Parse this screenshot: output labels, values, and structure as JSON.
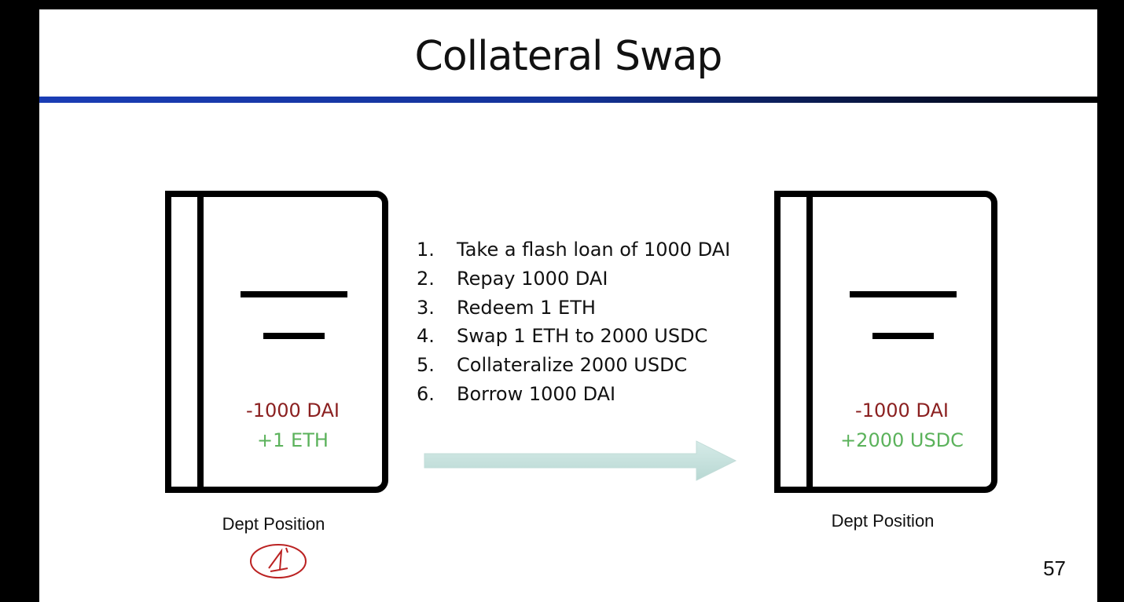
{
  "title": "Collateral Swap",
  "steps": [
    {
      "n": "1.",
      "text": "Take a flash loan of 1000 DAI"
    },
    {
      "n": "2.",
      "text": "Repay 1000 DAI"
    },
    {
      "n": "3.",
      "text": "Redeem 1 ETH"
    },
    {
      "n": "4.",
      "text": "Swap 1 ETH to 2000 USDC"
    },
    {
      "n": "5.",
      "text": "Collateralize 2000 USDC"
    },
    {
      "n": "6.",
      "text": "Borrow 1000 DAI"
    }
  ],
  "before": {
    "debt": "-1000 DAI",
    "collateral": "+1 ETH",
    "caption": "Dept Position",
    "annotation": "1"
  },
  "after": {
    "debt": "-1000 DAI",
    "collateral": "+2000 USDC",
    "caption": "Dept Position"
  },
  "page_number": "57",
  "colors": {
    "debt": "#8b2020",
    "collateral": "#5bb25b",
    "rule": "#1a3db5",
    "arrow": "#c9e3df"
  }
}
